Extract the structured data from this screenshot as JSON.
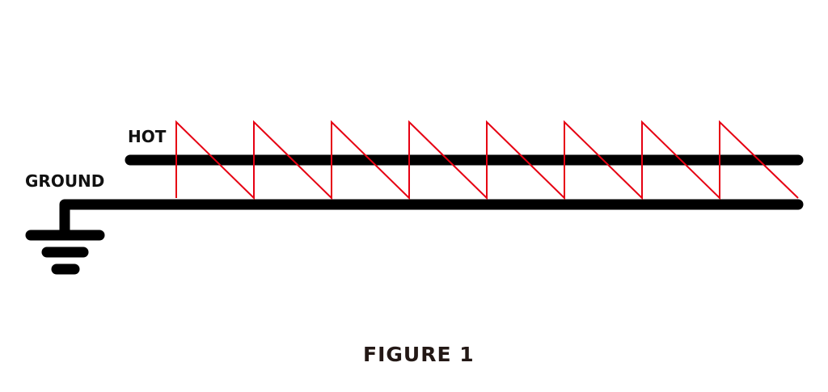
{
  "labels": {
    "hot": "HOT",
    "ground": "GROUND",
    "caption": "FIGURE 1"
  },
  "colors": {
    "wire": "#000000",
    "signal": "#e60012",
    "text": "#111111"
  },
  "signal": {
    "type": "sawtooth",
    "periods": 8,
    "peak_x": [
      218,
      314,
      410,
      506,
      602,
      698,
      794,
      890
    ]
  }
}
